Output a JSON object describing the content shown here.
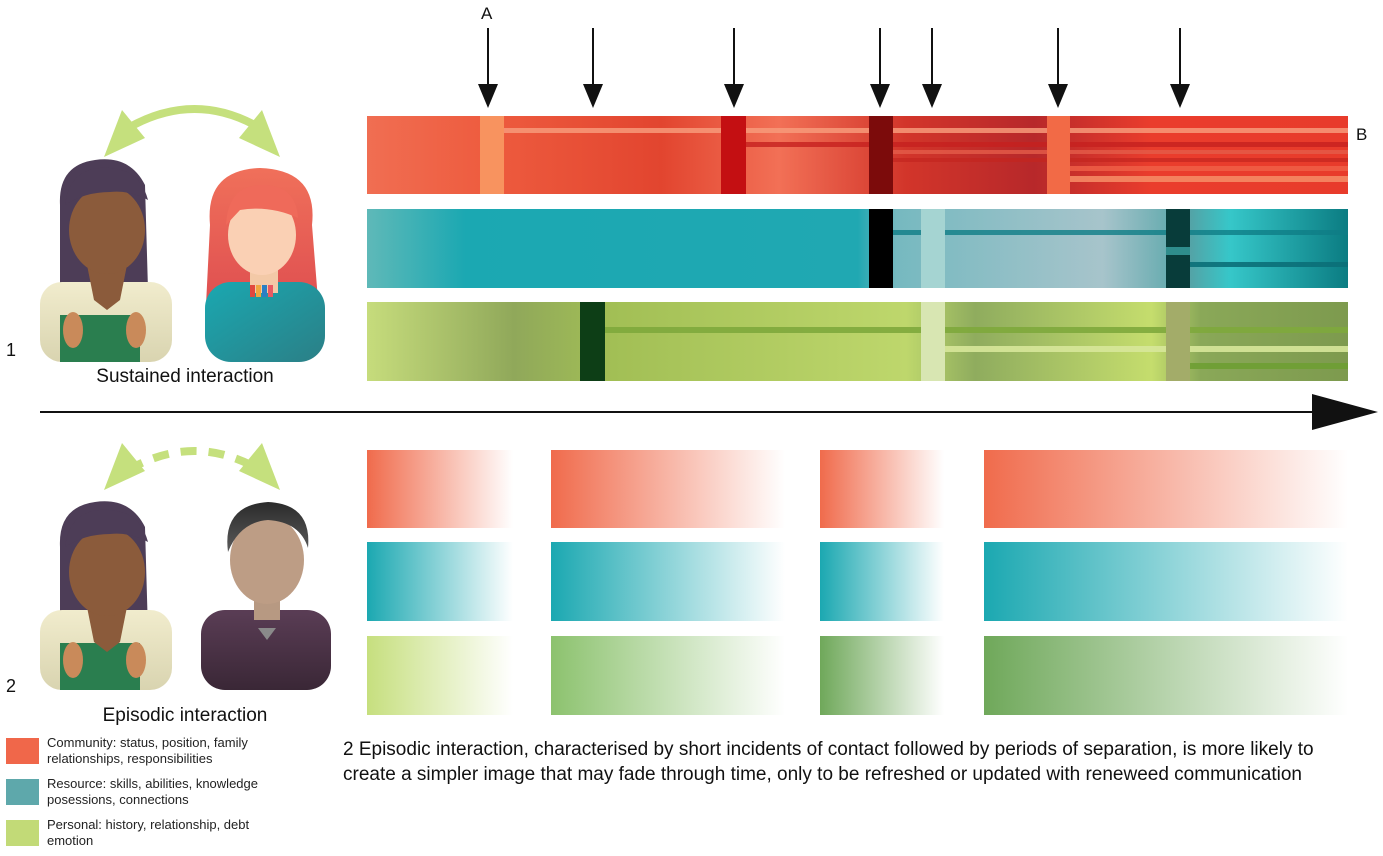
{
  "labels": {
    "marker_a": "A",
    "marker_b": "B",
    "row_1": "1",
    "row_2": "2"
  },
  "sustained": {
    "caption": "Sustained interaction"
  },
  "episodic": {
    "caption": "Episodic interaction",
    "description": "2 Episodic interaction, characterised by short incidents of contact followed by periods of separation, is more likely to create a simpler image that may fade through time, only to be refreshed or updated with reneweed communication"
  },
  "legend": [
    {
      "color": "#f0674a",
      "text": "Community: status, position, family relationships, responsibilities"
    },
    {
      "color": "#5ea8ab",
      "text": "Resource: skills, abilities, knowledge posessions, connections"
    },
    {
      "color": "#c2da77",
      "text": "Personal: history, relationship, debt emotion"
    }
  ],
  "colors": {
    "community": "#f0674a",
    "resource": "#1ba8b1",
    "personal": "#c2da77",
    "arrow_green": "#c5e07d"
  }
}
